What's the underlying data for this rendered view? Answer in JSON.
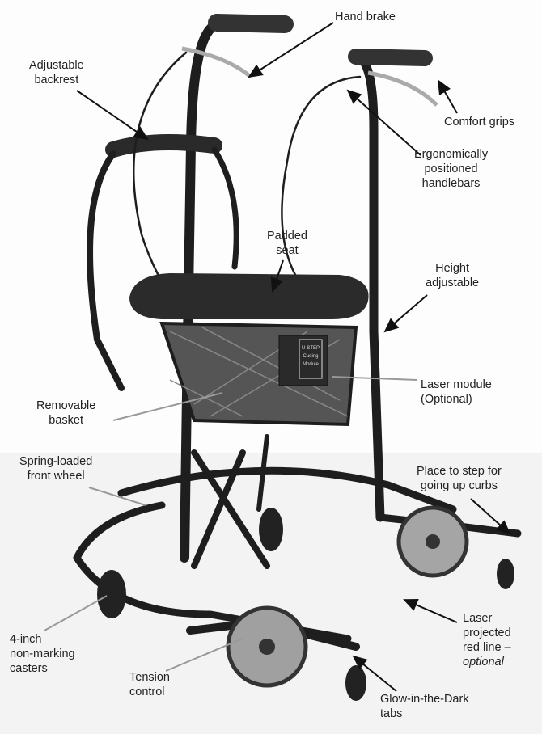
{
  "colors": {
    "frame": "#1e1e1e",
    "tire": "#9a9a9a",
    "text": "#222222",
    "background": "#fdfdfd"
  },
  "module_text": [
    "U-STEP",
    "Cueing",
    "Module"
  ],
  "labels": {
    "hand_brake": "Hand brake",
    "backrest": [
      "Adjustable",
      "backrest"
    ],
    "comfort_grips": "Comfort grips",
    "handlebars": [
      "Ergonomically",
      "positioned",
      "handlebars"
    ],
    "seat": [
      "Padded",
      "seat"
    ],
    "height": [
      "Height",
      "adjustable"
    ],
    "laser_module": [
      "Laser module",
      "(Optional)"
    ],
    "basket": [
      "Removable",
      "basket"
    ],
    "front_wheel": [
      "Spring-loaded",
      "front wheel"
    ],
    "step": [
      "Place to step for",
      "going up curbs"
    ],
    "casters": [
      "4-inch",
      "non-marking",
      "casters"
    ],
    "tension": [
      "Tension",
      "control"
    ],
    "red_line": [
      "Laser",
      "projected",
      "red line –",
      "optional"
    ],
    "glow_tabs": [
      "Glow-in-the-Dark",
      "tabs"
    ]
  }
}
